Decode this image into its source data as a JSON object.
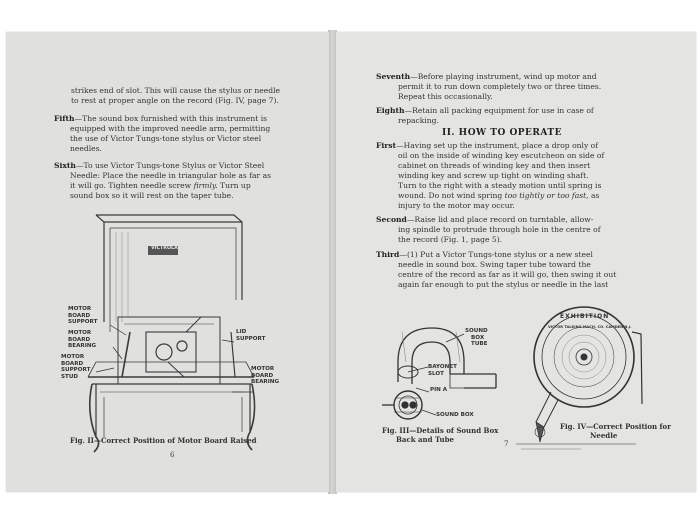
{
  "left_page": {
    "lines": [
      "strikes end of slot.  This will cause the stylus or needle",
      "to rest at proper angle on the record (Fig. IV, page 7).",
      "—The sound box furnished with this instrument is",
      "equipped with the improved needle arm, permitting",
      "the use of Victor Tungs-tone stylus or Victor steel",
      "needles.",
      "—To use Victor Tungs-tone Stylus or Victor Steel",
      "Needle:  Place the needle in triangular hole as far as",
      "it will go.  Tighten needle screw",
      "Turn up",
      "sound box so it will rest on the taper tube."
    ],
    "fifth_label": "Fifth",
    "sixth_label": "Sixth",
    "emphasis_firmly": "firmly.",
    "figure_labels": {
      "lid_support_1": "LID",
      "lid_support_2": "SUPPORT",
      "mb_support_1": "MOTOR",
      "mb_support_2": "BOARD",
      "mb_support_3": "SUPPORT",
      "mb_bearing_1": "MOTOR",
      "mb_bearing_2": "BOARD",
      "mb_bearing_3": "BEARING",
      "stud_1": "MOTOR",
      "stud_2": "BOARD",
      "stud_3": "SUPPORT",
      "stud_4": "STUD",
      "right_bearing_1": "MOTOR",
      "right_bearing_2": "BOARD",
      "right_bearing_3": "BEARING",
      "plate": "VICTROLA"
    },
    "caption": "Fig. II—Correct Position of Motor Board Raised",
    "page_number": "6"
  },
  "right_page": {
    "seventh_label": "Seventh",
    "seventh_lines": [
      "—Before playing instrument, wind up motor and",
      "permit it to run down completely two or three times.",
      "Repeat this occasionally."
    ],
    "eighth_label": "Eighth",
    "eighth_lines": [
      "—Retain all packing equipment for use in case of",
      "repacking."
    ],
    "heading": "II.  HOW TO OPERATE",
    "first_label": "First",
    "first_lines": [
      "—Having set up the instrument, place a drop only of",
      "oil on the inside of winding key escutcheon on side of",
      "cabinet on threads of winding key and then insert",
      "winding key and screw up tight on winding shaft.",
      "Turn to the right with a steady motion until spring is",
      "wound.  Do not wind spring",
      "too tightly or too fast,",
      "as",
      "injury to the motor may occur."
    ],
    "second_label": "Second",
    "second_lines": [
      "—Raise lid and place record on turntable, allow-",
      "ing spindle to protrude through hole in the centre of",
      "the record (Fig. 1, page 5)."
    ],
    "third_label": "Third",
    "third_lines": [
      "—(1)  Put a Victor Tungs-tone stylus or a new steel",
      "needle in sound box.  Swing taper tube toward the",
      "centre of the record as far as it will go, then swing it out",
      "again far enough to put the stylus or needle in the last"
    ],
    "fig3_labels": {
      "sound_box_tube_1": "SOUND",
      "sound_box_tube_2": "BOX",
      "sound_box_tube_3": "TUBE",
      "bayonet_1": "BAYONET",
      "bayonet_2": "SLOT",
      "pin_a": "PIN A",
      "sound_box": "SOUND BOX"
    },
    "fig3_caption_1": "Fig. III—Details of Sound Box",
    "fig3_caption_2": "Back and Tube",
    "fig4_labels": {
      "exhibition": "EXHIBITION",
      "maker": "VICTOR TALKING MACH. CO. CAMDEN N.J."
    },
    "fig4_caption_1": "Fig. IV—Correct Position for",
    "fig4_caption_2": "Needle",
    "page_number": "7"
  }
}
